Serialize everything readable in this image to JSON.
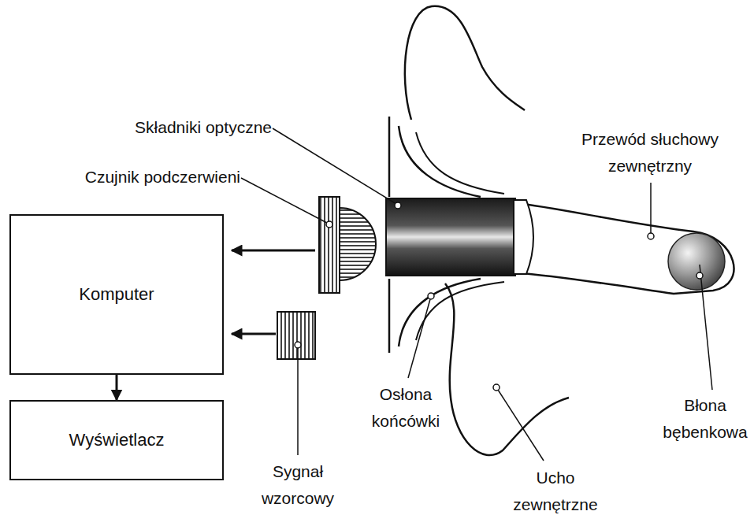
{
  "diagram": {
    "nodes": [
      {
        "text": [
          "Komputer"
        ]
      },
      {
        "text": [
          "Wyświetlacz"
        ]
      }
    ],
    "edges": [
      {
        "from": 0,
        "to": 1,
        "arrow": "to"
      }
    ],
    "labels": [
      "Składniki optyczne",
      "Czujnik podczerwieni",
      "Przewód słuchowy zewnętrzny",
      "Osłona końcówki",
      "Błona bębenkowa",
      "Ucho zewnętrzne",
      "Sygnał wzorcowy"
    ]
  }
}
